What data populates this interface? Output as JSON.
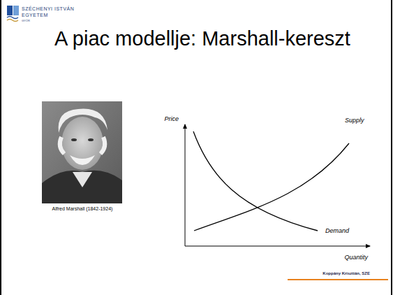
{
  "diagram": {
    "title": "A piac modellje: Marshall-kereszt",
    "labels": [
      "SZÉCHENYI ISTVÁN",
      "EGYETEM",
      "GYŐR",
      "Alfred Marshall (1842-1924)",
      "Price",
      "Supply",
      "Demand",
      "Quantity",
      "Koppány Krisztián, SZE"
    ]
  }
}
